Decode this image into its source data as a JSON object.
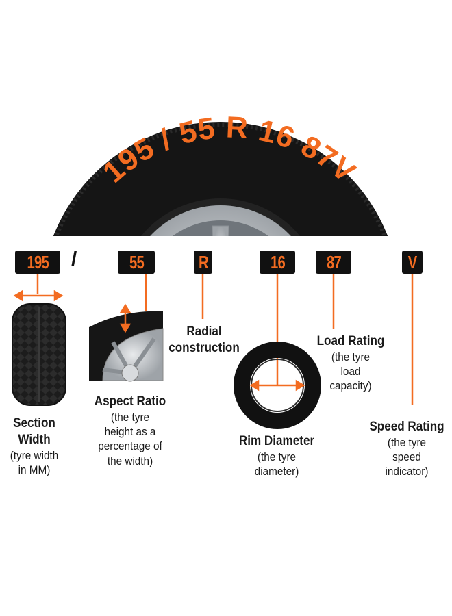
{
  "sidewall_text": "195 / 55 R 16 87V",
  "colors": {
    "accent": "#f36c21",
    "tyre": "#161616",
    "box": "#111111",
    "rim": "#bfc3c7"
  },
  "codes": [
    {
      "id": "width",
      "value": "195"
    },
    {
      "id": "aspect",
      "value": "55"
    },
    {
      "id": "construction",
      "value": "R"
    },
    {
      "id": "rim",
      "value": "16"
    },
    {
      "id": "load",
      "value": "87"
    },
    {
      "id": "speed",
      "value": "V"
    }
  ],
  "separator": "/",
  "labels": {
    "section_width": {
      "title": "Section\nWidth",
      "desc": "(tyre width\nin MM)"
    },
    "aspect_ratio": {
      "title": "Aspect Ratio",
      "desc": "(the tyre\nheight as a\npercentage of\nthe width)"
    },
    "radial": {
      "title": "Radial\nconstruction"
    },
    "rim_diameter": {
      "title": "Rim Diameter",
      "desc": "(the tyre\ndiameter)"
    },
    "load_rating": {
      "title": "Load Rating",
      "desc": "(the tyre\nload\ncapacity)"
    },
    "speed_rating": {
      "title": "Speed Rating",
      "desc": "(the tyre\nspeed\nindicator)"
    }
  }
}
